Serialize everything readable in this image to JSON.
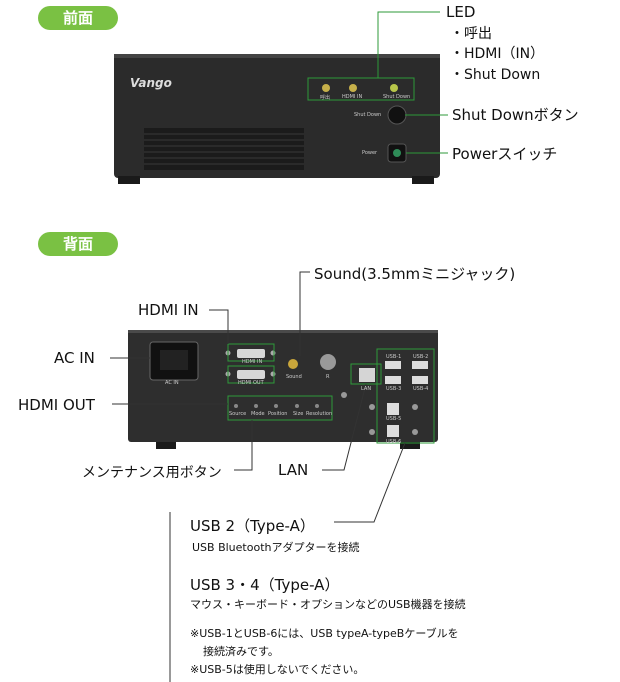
{
  "sections": {
    "front": "前面",
    "back": "背面"
  },
  "front": {
    "brand": "Vango",
    "led_title": "LED",
    "led_items": [
      "・呼出",
      "・HDMI（IN）",
      "・Shut Down"
    ],
    "led_labels": [
      "呼出",
      "HDMI IN",
      "Shut Down"
    ],
    "shutdown_button": "Shut Downボタン",
    "shutdown_small": "Shut Down",
    "power_switch": "Powerスイッチ",
    "power_small": "Power"
  },
  "back": {
    "sound": "Sound(3.5mmミニジャック)",
    "hdmi_in": "HDMI IN",
    "ac_in": "AC IN",
    "hdmi_out": "HDMI OUT",
    "maintenance": "メンテナンス用ボタン",
    "lan": "LAN",
    "panel": {
      "ac": "AC IN",
      "hdmi_in": "HDMI IN",
      "hdmi_out": "HDMI OUT",
      "sound": "Sound",
      "r": "R",
      "lan": "LAN",
      "buttons": [
        "Source",
        "Mode",
        "Position",
        "Size",
        "Resolution"
      ],
      "usb": [
        "USB-1",
        "USB-2",
        "USB-3",
        "USB-4",
        "USB-5",
        "USB-6"
      ]
    }
  },
  "notes": {
    "usb2_title": "USB 2（Type-A）",
    "usb2_desc": "USB Bluetoothアダプターを接続",
    "usb34_title": "USB 3・4（Type-A）",
    "usb34_desc": "マウス・キーボード・オプションなどのUSB機器を接続",
    "note1a": "※USB-1とUSB-6には、USB typeA-typeBケーブルを",
    "note1b": "接続済みです。",
    "note2": "※USB-5は使用しないでください。"
  }
}
